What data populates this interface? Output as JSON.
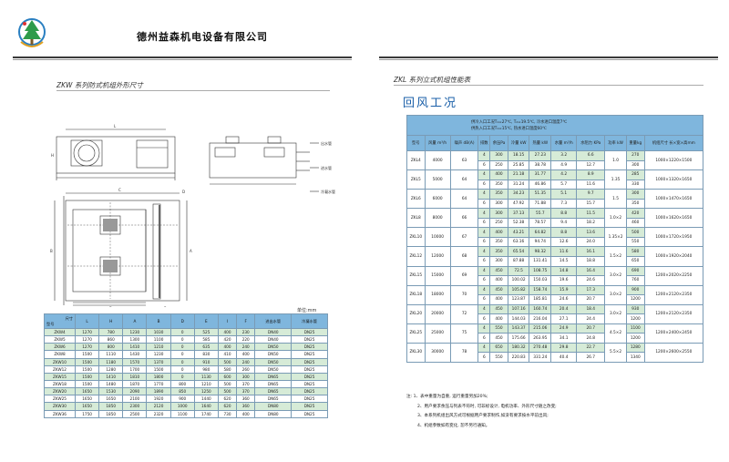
{
  "header": {
    "company": "德州益森机电设备有限公司",
    "logo_icon": "tree-logo-icon",
    "colors": {
      "accent": "#1a5fa8",
      "table_header": "#7fb6dd",
      "row_alt": "#d6ebd7"
    }
  },
  "left": {
    "title": "ZKW 系列防式机组外形尺寸",
    "drawing_labels": {
      "top_right_1": "出水管",
      "top_right_2": "进水管",
      "top_right_3": "冷凝水管",
      "dim_L": "L",
      "dim_H": "H",
      "dim_A": "A",
      "dim_B": "B",
      "dim_C": "C",
      "dim_D": "D",
      "dim_E": "E",
      "dim_F": "F"
    },
    "unit_note": "单位:mm",
    "table": {
      "corner_top": "尺寸",
      "corner_bottom": "型号",
      "headers": [
        "L",
        "H",
        "A",
        "B",
        "D",
        "E",
        "I",
        "F",
        "进出水管",
        "冷凝水管"
      ],
      "rows": [
        [
          "ZKW4",
          "1270",
          "780",
          "1230",
          "1030",
          "0",
          "525",
          "400",
          "230",
          "DN40",
          "DN25"
        ],
        [
          "ZKW5",
          "1270",
          "860",
          "1300",
          "1100",
          "0",
          "585",
          "420",
          "220",
          "DN40",
          "DN25"
        ],
        [
          "ZKW6",
          "1270",
          "800",
          "1410",
          "1210",
          "0",
          "635",
          "400",
          "240",
          "DN50",
          "DN25"
        ],
        [
          "ZKW8",
          "1500",
          "1110",
          "1430",
          "1230",
          "0",
          "830",
          "410",
          "400",
          "DN50",
          "DN25"
        ],
        [
          "ZKW10",
          "1500",
          "1180",
          "1570",
          "1370",
          "0",
          "910",
          "500",
          "240",
          "DN50",
          "DN25"
        ],
        [
          "ZKW12",
          "1500",
          "1280",
          "1700",
          "1500",
          "0",
          "980",
          "580",
          "260",
          "DN50",
          "DN25"
        ],
        [
          "ZKW15",
          "1500",
          "1410",
          "1810",
          "1800",
          "0",
          "1130",
          "600",
          "300",
          "DN65",
          "DN25"
        ],
        [
          "ZKW18",
          "1500",
          "1480",
          "1870",
          "1770",
          "800",
          "1210",
          "500",
          "370",
          "DN65",
          "DN25"
        ],
        [
          "ZKW20",
          "1650",
          "1530",
          "2090",
          "1890",
          "850",
          "1250",
          "500",
          "370",
          "DN65",
          "DN25"
        ],
        [
          "ZKW25",
          "1650",
          "1650",
          "2100",
          "1920",
          "900",
          "1440",
          "620",
          "360",
          "DN65",
          "DN25"
        ],
        [
          "ZKW30",
          "1650",
          "1850",
          "2300",
          "2120",
          "1000",
          "1640",
          "620",
          "360",
          "DN80",
          "DN25"
        ],
        [
          "ZKW36",
          "1750",
          "1850",
          "2500",
          "2320",
          "1100",
          "1740",
          "730",
          "400",
          "DN80",
          "DN25"
        ]
      ]
    }
  },
  "right": {
    "title": "ZKL 系列立式机组性能表",
    "subtitle": "回风工况",
    "table": {
      "cond_line1": "供冷入口工况T₁=27℃, T₂=19.5℃, 冷水进口温度7℃",
      "cond_line2": "供热入口工况T₁=15℃, 热水进口温度60℃",
      "headers": [
        "型号",
        "风量 m³/h",
        "噪声 dB(A)",
        "排数",
        "余压Pa",
        "冷量 kW",
        "热量 kW",
        "水量 m³/h",
        "水阻力 KPa",
        "功率 kW",
        "重量kg",
        "机组尺寸 长×宽×高mm"
      ],
      "groups": [
        {
          "model": "ZKL4",
          "air": "4000",
          "noise": "63",
          "power": "1.0",
          "size": "1000×1220×1500",
          "rows": [
            [
              "4",
              "300",
              "18.15",
              "27.23",
              "3.2",
              "6.6",
              "270"
            ],
            [
              "6",
              "250",
              "25.85",
              "38.78",
              "4.9",
              "12.7",
              "300"
            ]
          ]
        },
        {
          "model": "ZKL5",
          "air": "5000",
          "noise": "64",
          "power": "1.35",
          "size": "1000×1320×1650",
          "rows": [
            [
              "4",
              "400",
              "21.18",
              "31.77",
              "4.2",
              "8.9",
              "285"
            ],
            [
              "6",
              "350",
              "31.24",
              "46.86",
              "5.7",
              "11.6",
              "330"
            ]
          ]
        },
        {
          "model": "ZKL6",
          "air": "6000",
          "noise": "64",
          "power": "1.5",
          "size": "1000×1470×1650",
          "rows": [
            [
              "4",
              "350",
              "34.23",
              "51.35",
              "5.1",
              "9.7",
              "300"
            ],
            [
              "6",
              "300",
              "47.92",
              "71.88",
              "7.3",
              "15.7",
              "350"
            ]
          ]
        },
        {
          "model": "ZKL8",
          "air": "8000",
          "noise": "66",
          "power": "1.0×2",
          "size": "1000×1620×1650",
          "rows": [
            [
              "4",
              "300",
              "37.13",
              "55.7",
              "8.8",
              "11.5",
              "420"
            ],
            [
              "6",
              "250",
              "52.38",
              "78.57",
              "9.4",
              "18.2",
              "460"
            ]
          ]
        },
        {
          "model": "ZKL10",
          "air": "10000",
          "noise": "67",
          "power": "1.35×2",
          "size": "1000×1720×1950",
          "rows": [
            [
              "4",
              "400",
              "43.21",
              "64.82",
              "8.8",
              "13.6",
              "500"
            ],
            [
              "6",
              "350",
              "63.16",
              "94.74",
              "12.6",
              "24.0",
              "550"
            ]
          ]
        },
        {
          "model": "ZKL12",
          "air": "12000",
          "noise": "68",
          "power": "1.5×2",
          "size": "1000×1920×2040",
          "rows": [
            [
              "4",
              "350",
              "65.54",
              "98.32",
              "11.6",
              "16.1",
              "580"
            ],
            [
              "6",
              "300",
              "87.88",
              "131.41",
              "14.5",
              "18.8",
              "650"
            ]
          ]
        },
        {
          "model": "ZKL15",
          "air": "15000",
          "noise": "69",
          "power": "3.0×2",
          "size": "1200×2020×2250",
          "rows": [
            [
              "4",
              "450",
              "72.5",
              "108.75",
              "14.8",
              "16.4",
              "690"
            ],
            [
              "6",
              "400",
              "100.02",
              "150.03",
              "19.6",
              "24.6",
              "760"
            ]
          ]
        },
        {
          "model": "ZKL18",
          "air": "18000",
          "noise": "70",
          "power": "3.0×2",
          "size": "1200×2120×2350",
          "rows": [
            [
              "4",
              "450",
              "105.82",
              "158.74",
              "15.9",
              "17.3",
              "900"
            ],
            [
              "6",
              "400",
              "123.87",
              "185.81",
              "24.6",
              "20.7",
              "1200"
            ]
          ]
        },
        {
          "model": "ZKL20",
          "air": "20000",
          "noise": "72",
          "power": "3.0×2",
          "size": "1200×2120×2350",
          "rows": [
            [
              "4",
              "450",
              "107.16",
              "160.74",
              "20.4",
              "18.4",
              "930"
            ],
            [
              "6",
              "400",
              "144.03",
              "216.04",
              "27.1",
              "24.4",
              "1200"
            ]
          ]
        },
        {
          "model": "ZKL25",
          "air": "25000",
          "noise": "75",
          "power": "4.5×2",
          "size": "1200×2400×2450",
          "rows": [
            [
              "4",
              "550",
              "143.37",
              "215.06",
              "24.9",
              "20.7",
              "1100"
            ],
            [
              "6",
              "450",
              "175.66",
              "263.95",
              "34.1",
              "24.8",
              "1200"
            ]
          ]
        },
        {
          "model": "ZKL30",
          "air": "30000",
          "noise": "78",
          "power": "5.5×2",
          "size": "1200×2600×2550",
          "rows": [
            [
              "4",
              "650",
              "180.32",
              "270.48",
              "29.8",
              "22.7",
              "1280"
            ],
            [
              "6",
              "550",
              "220.83",
              "331.24",
              "40.4",
              "26.7",
              "1340"
            ]
          ]
        }
      ]
    },
    "notes": [
      "注: 1、表中重量为自重, 运行重量另加20%;",
      "2、用户要求余压与列表不符时, 可非标设计, 电机功率、外形尺寸随之改变;",
      "3、本系列机组出风方式可根据用户要求制作,如没有要求按水平前出风;",
      "4、机组参数如有变化, 恕不另行通知。"
    ]
  }
}
